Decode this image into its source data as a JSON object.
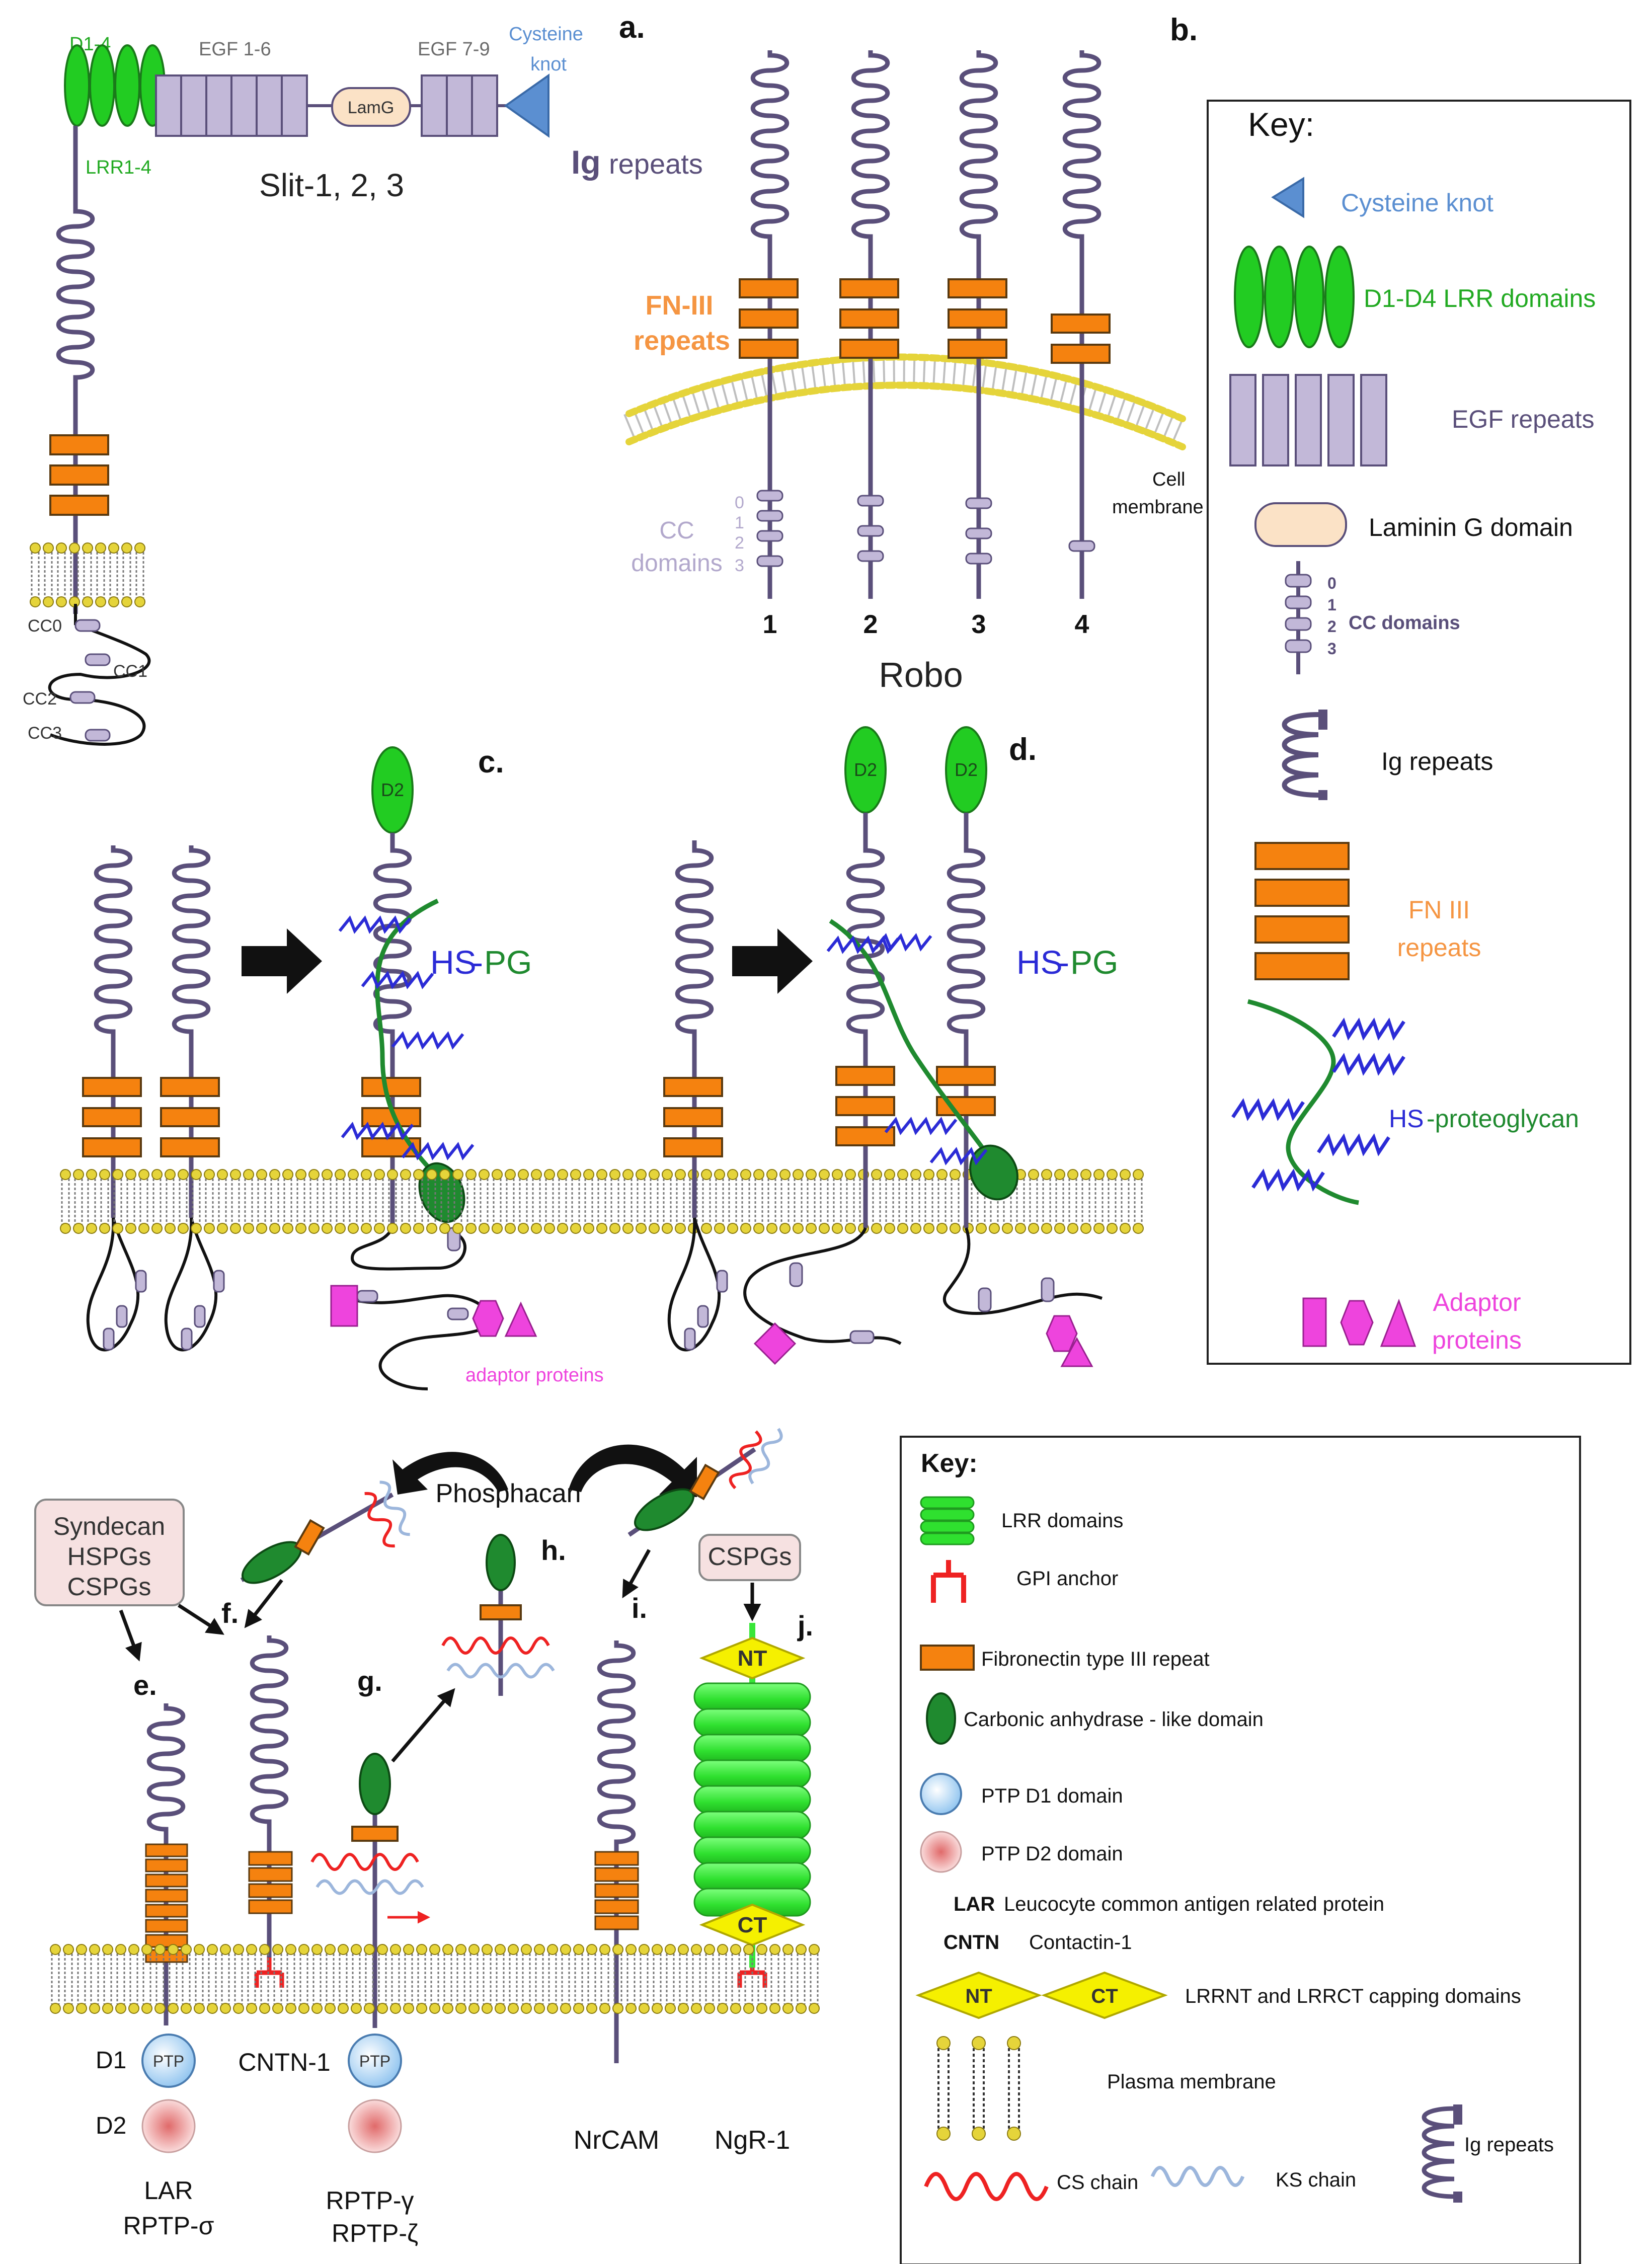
{
  "colors": {
    "green": "#22cc22",
    "green_dark": "#1f8a2f",
    "green_bright": "#39e639",
    "lavender": "#c2b8d8",
    "orange": "#f5820f",
    "purple_line": "#5a4f7a",
    "blue_label": "#5b8fd1",
    "blue_hs": "#2b2bd6",
    "magenta": "#ee44dd",
    "lamg_fill": "#fbe2c6",
    "yellow": "#f5f000",
    "red": "#ee2222",
    "ks_blue": "#9cb6dc",
    "lipid": "#e5d43a",
    "cc_text": "#b2a8cc",
    "label_orange": "#f59542"
  },
  "slit": {
    "d_label": "D1-4",
    "lrr_label": "LRR1-4",
    "egf16_label": "EGF 1-6",
    "lamg_label": "LamG",
    "egf79_label": "EGF 7-9",
    "cys_label_1": "Cysteine",
    "cys_label_2": "knot",
    "title": "Slit-1, 2, 3",
    "cc0": "CC0",
    "cc1": "CC1",
    "cc2": "CC2",
    "cc3": "CC3"
  },
  "panel_a": {
    "letter": "a.",
    "ig_bold": "Ig",
    "ig_rest": "repeats",
    "fn_1": "FN-III",
    "fn_2": "repeats",
    "cell_1": "Cell",
    "cell_2": "membrane",
    "cc_nums": [
      "0",
      "1",
      "2",
      "3"
    ],
    "cc_1": "CC",
    "cc_2": "domains",
    "robo_nums": [
      "1",
      "2",
      "3",
      "4"
    ],
    "robo": "Robo"
  },
  "key1": {
    "letter": "b.",
    "title": "Key:",
    "cysteine": "Cysteine knot",
    "lrr": "D1-D4 LRR domains",
    "egf": "EGF repeats",
    "laminin": "Laminin G domain",
    "cc_nums": [
      "0",
      "1",
      "2",
      "3"
    ],
    "cc": "CC domains",
    "ig": "Ig repeats",
    "fn_1": "FN III",
    "fn_2": "repeats",
    "hs_1": "HS",
    "hs_2": "-proteoglycan",
    "adaptor_1": "Adaptor",
    "adaptor_2": "proteins"
  },
  "panel_c": {
    "letter": "c.",
    "d2": "D2",
    "hs": "HS",
    "dash": "-",
    "pg": "PG",
    "adaptor": "adaptor proteins"
  },
  "panel_d": {
    "letter": "d.",
    "d2_a": "D2",
    "d2_b": "D2",
    "hs": "HS",
    "dash": "-",
    "pg": "PG"
  },
  "lower": {
    "syndecan": [
      "Syndecan",
      "HSPGs",
      "CSPGs"
    ],
    "phosphacan": "Phosphacan",
    "h": "h.",
    "i": "i.",
    "f": "f.",
    "e": "e.",
    "g": "g.",
    "j": "j.",
    "cspgs": "CSPGs",
    "nt": "NT",
    "ct": "CT",
    "d1": "D1",
    "d2": "D2",
    "ptp_a": "PTP",
    "ptp_b": "PTP",
    "cntn": "CNTN-1",
    "lar": "LAR",
    "rptp_sigma": "RPTP-σ",
    "rptp_gamma": "RPTP-γ",
    "rptp_zeta": "RPTP-ζ",
    "nrcam": "NrCAM",
    "ngr": "NgR-1"
  },
  "key2": {
    "title": "Key:",
    "lrr": "LRR domains",
    "gpi": "GPI anchor",
    "fn": "Fibronectin type III repeat",
    "ca": "Carbonic anhydrase  - like  domain",
    "ptp_d1": "PTP D1 domain",
    "ptp_d2": "PTP D2 domain",
    "lar_abbr": "LAR",
    "lar_full": "Leucocyte common antigen related protein",
    "cntn_abbr": "CNTN",
    "cntn_full": "Contactin-1",
    "nt": "NT",
    "ct": "CT",
    "capping": "LRRNT  and LRRCT capping domains",
    "membrane": "Plasma membrane",
    "ig": "Ig repeats",
    "cs": "CS chain",
    "ks": "KS chain"
  }
}
